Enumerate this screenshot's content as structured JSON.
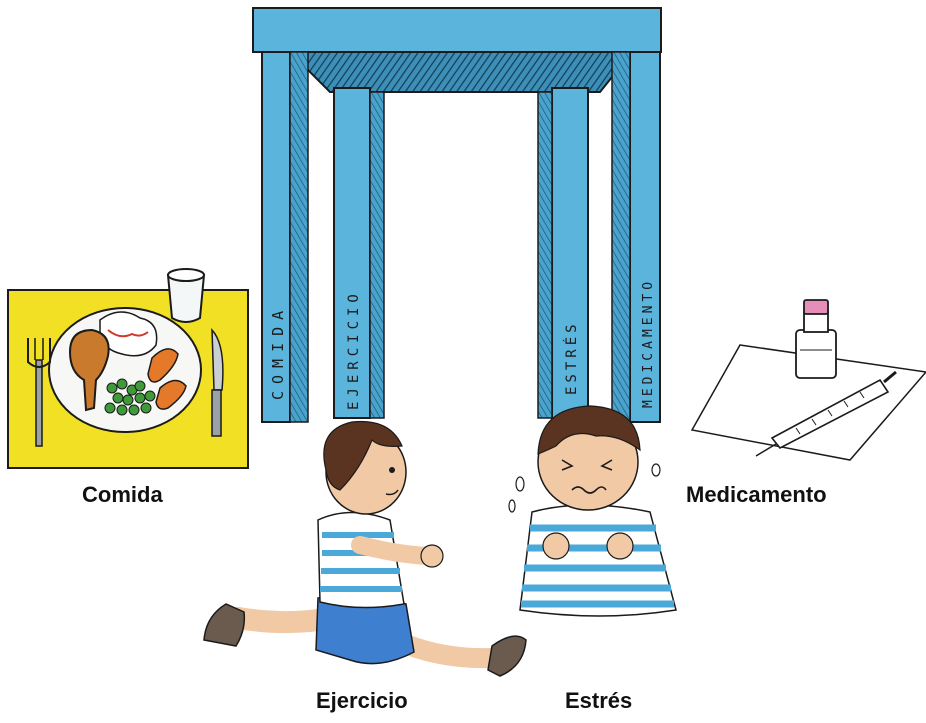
{
  "diagram": {
    "legs": [
      {
        "key": "comida",
        "text": "COMIDA"
      },
      {
        "key": "ejercicio",
        "text": "EJERCICIO"
      },
      {
        "key": "estres",
        "text": "ESTRÉS"
      },
      {
        "key": "medicamento",
        "text": "MEDICAMENTO"
      }
    ],
    "captions": {
      "comida": "Comida",
      "medicamento": "Medicamento",
      "ejercicio": "Ejercicio",
      "estres": "Estrés"
    },
    "colors": {
      "table_blue": "#5ab4dc",
      "table_shadow": "#2e7fa6",
      "table_top_dark": "#1e5e80",
      "placemat_yellow": "#f2e024",
      "shirt_stripe": "#4aa9d8",
      "shorts_blue": "#3f7fd0",
      "hair_brown": "#5a3420",
      "skin": "#f1c9a5"
    },
    "icons": [
      "plate-icon",
      "fork-icon",
      "knife-icon",
      "glass-icon",
      "bottle-icon",
      "syringe-icon"
    ]
  }
}
